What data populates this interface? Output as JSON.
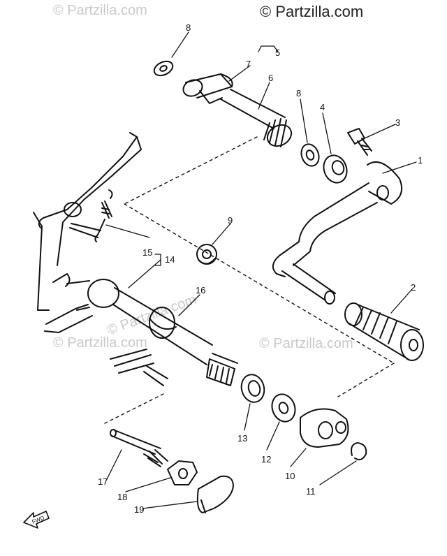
{
  "watermarks": [
    "© Partzilla.com",
    "© Partzilla.com",
    "© Partzilla.com",
    "© Partzilla.com",
    "© Partzilla.com"
  ],
  "callouts": {
    "c1": "1",
    "c2": "2",
    "c3": "3",
    "c4": "4",
    "c5": "5",
    "c6": "6",
    "c7": "7",
    "c8a": "8",
    "c8b": "8",
    "c9": "9",
    "c10": "10",
    "c11": "11",
    "c12": "12",
    "c13": "13",
    "c14": "14",
    "c15": "15",
    "c16": "16",
    "c17": "17",
    "c18": "18",
    "c19": "19"
  },
  "fwd_label": "FWD",
  "colors": {
    "ink": "#111111",
    "watermark": "#c9c9c9"
  }
}
